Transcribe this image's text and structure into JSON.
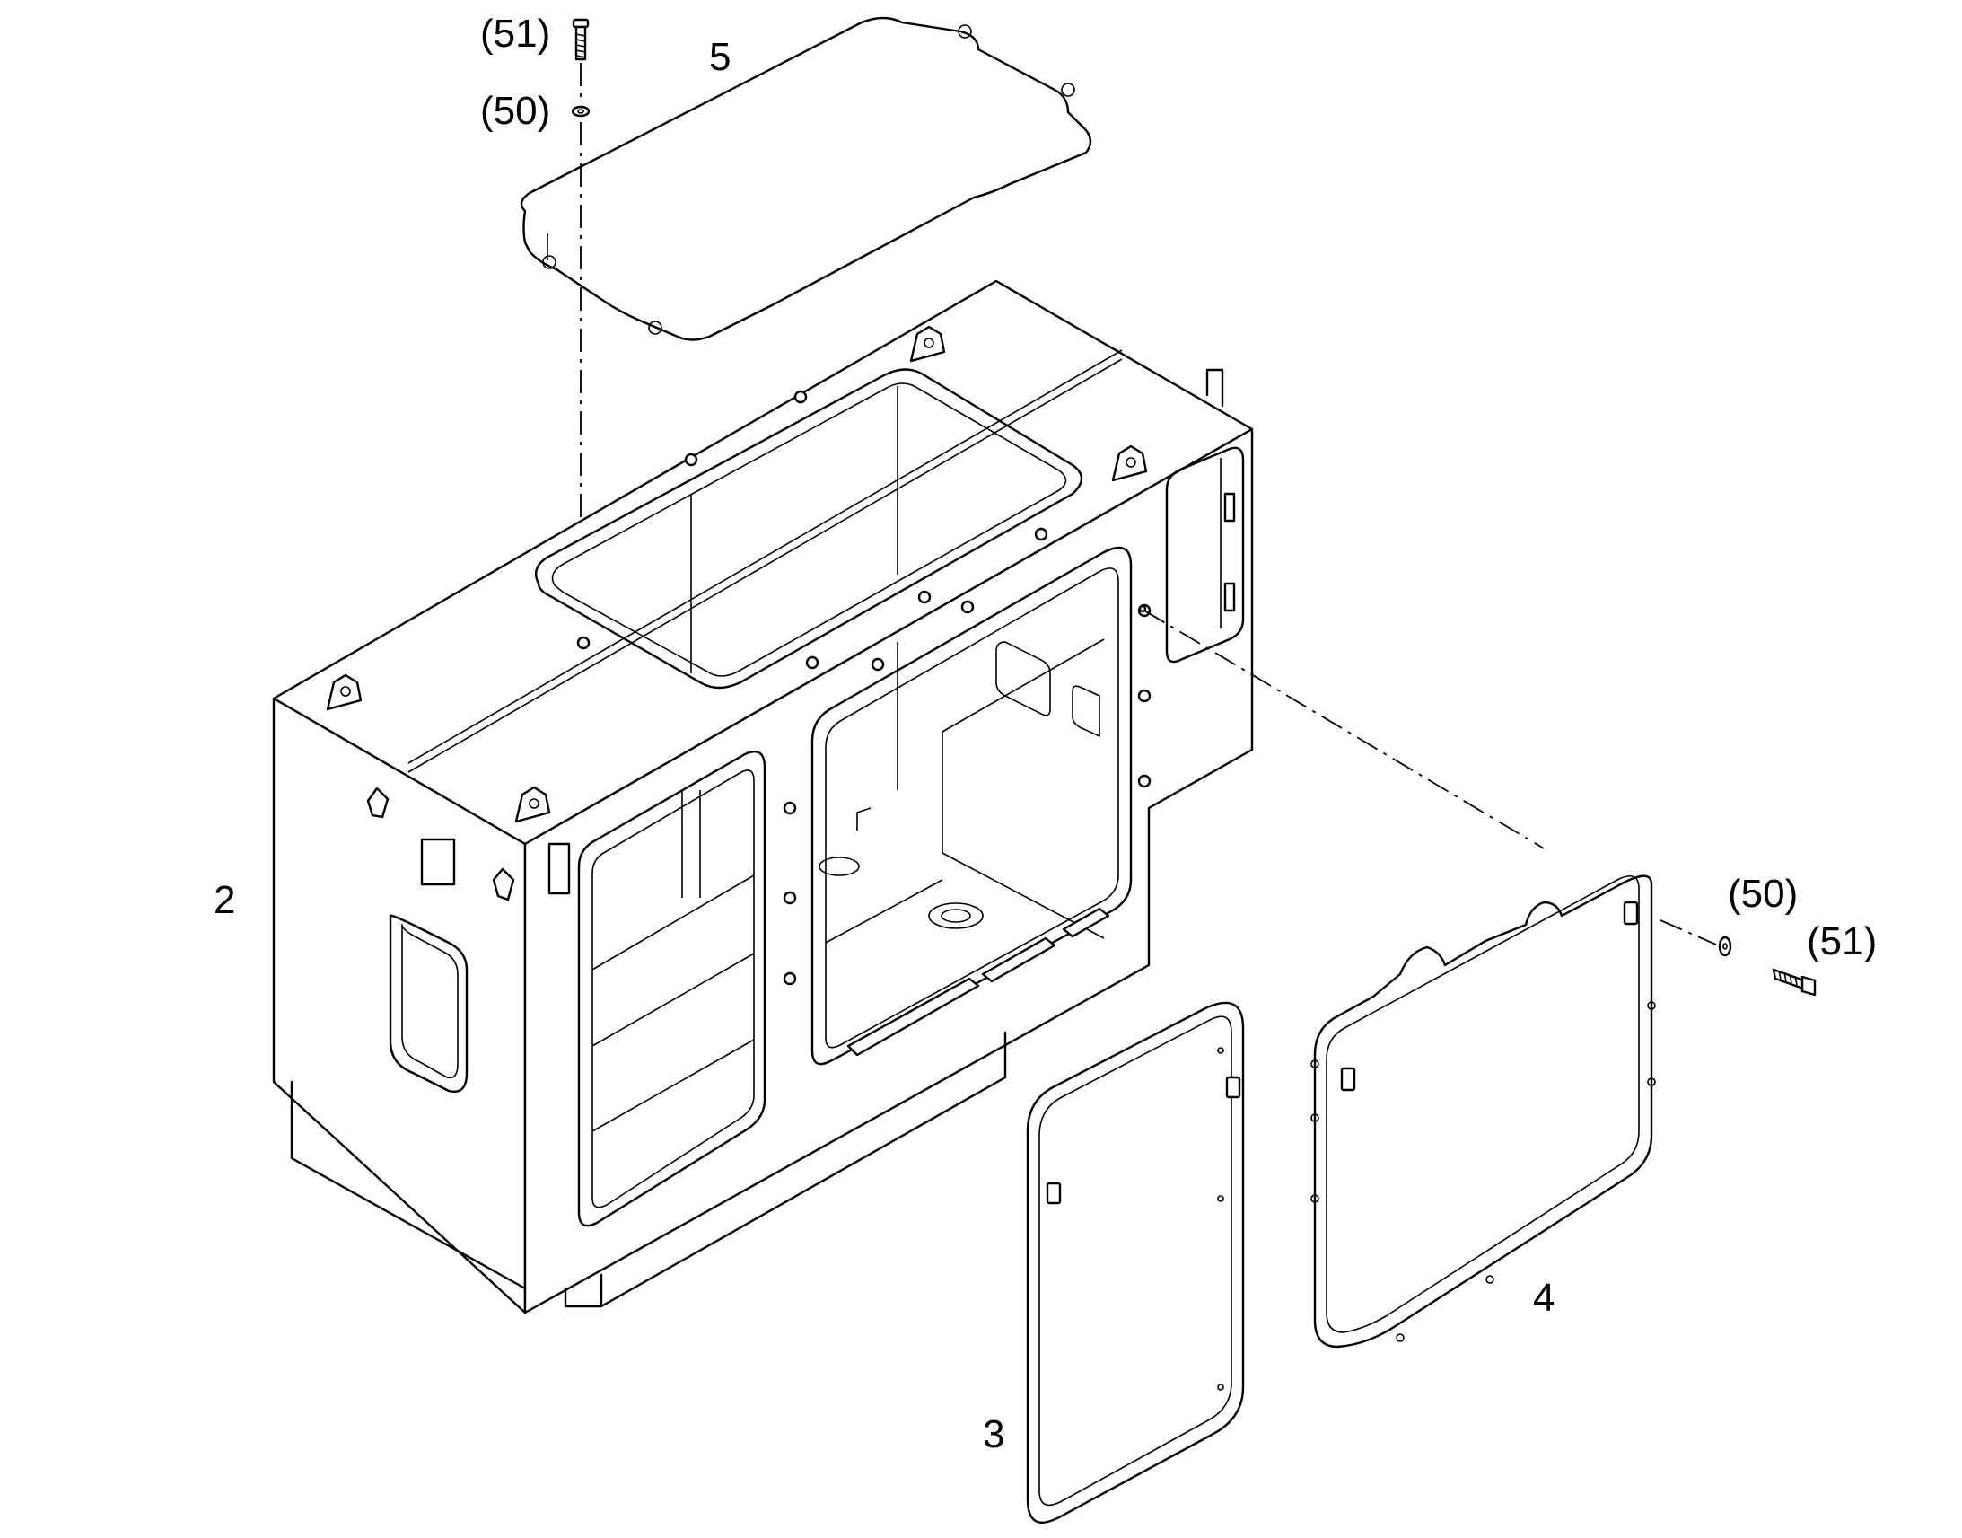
{
  "labels": {
    "part_2": "2",
    "part_3": "3",
    "part_4": "4",
    "part_5": "5",
    "top_bolt": "(51)",
    "top_washer": "(50)",
    "right_washer": "(50)",
    "right_bolt": "(51)"
  },
  "colors": {
    "line": "#000000",
    "background": "#ffffff"
  }
}
